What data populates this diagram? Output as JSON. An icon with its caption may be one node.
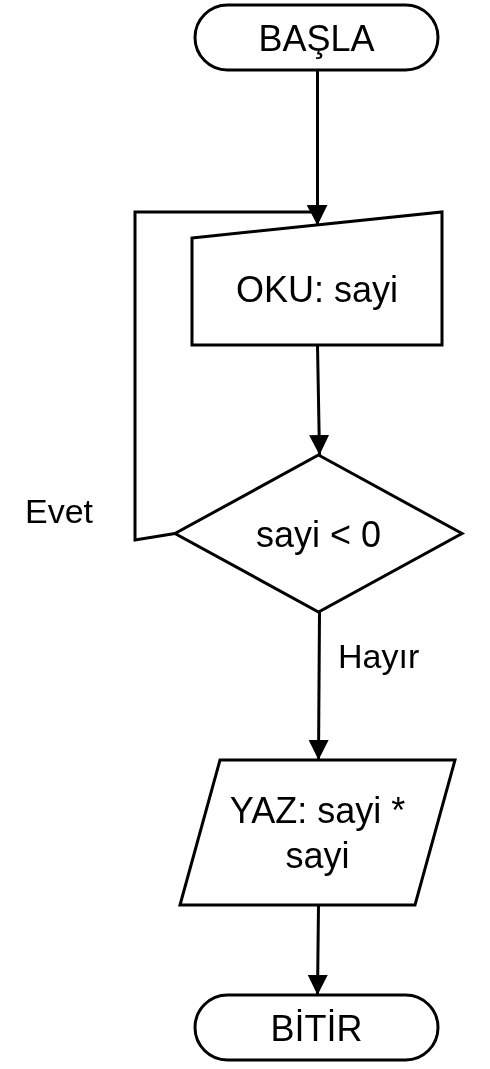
{
  "diagram": {
    "nodes": [
      {
        "text": [
          "BAŞLA"
        ]
      },
      {
        "text": [
          "OKU: sayi"
        ]
      },
      {
        "text": [
          "sayi < 0"
        ]
      },
      {
        "text": [
          "YAZ: sayi * sayi"
        ]
      },
      {
        "text": [
          "BİTİR"
        ]
      }
    ],
    "edges": [
      {
        "from": 0,
        "to": 1,
        "arrow": "to"
      },
      {
        "from": 2,
        "to": 1,
        "arrow": "to",
        "label": "Evet"
      },
      {
        "from": 1,
        "to": 2,
        "arrow": "to"
      },
      {
        "from": 2,
        "to": 3,
        "arrow": "to",
        "label": "Hayır"
      },
      {
        "from": 3,
        "to": 4,
        "arrow": "to"
      }
    ]
  }
}
